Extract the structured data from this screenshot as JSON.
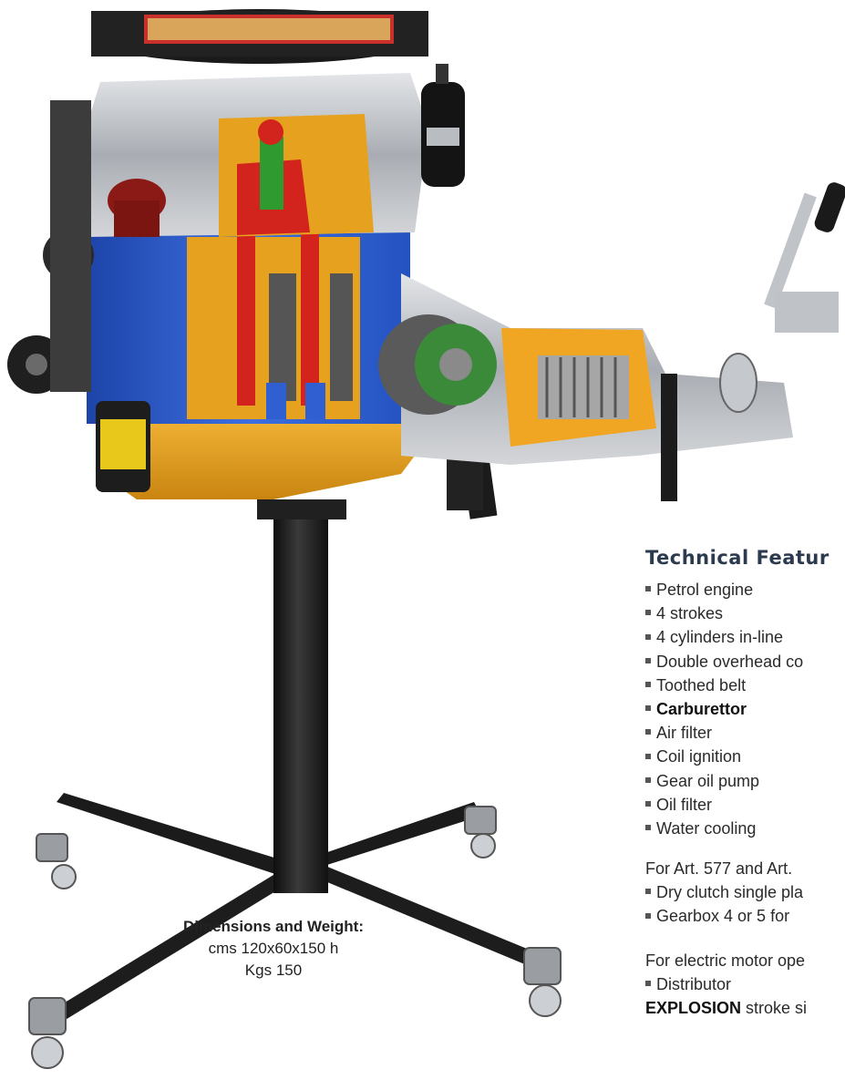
{
  "features": {
    "heading": "Technical Featur",
    "items": [
      {
        "label": "Petrol engine",
        "emphasis": false
      },
      {
        "label": "4 strokes",
        "emphasis": false
      },
      {
        "label": "4 cylinders in-line",
        "emphasis": false
      },
      {
        "label": "Double overhead co",
        "emphasis": false
      },
      {
        "label": "Toothed belt",
        "emphasis": false
      },
      {
        "label": "Carburettor",
        "emphasis": true
      },
      {
        "label": "Air filter",
        "emphasis": false
      },
      {
        "label": "Coil ignition",
        "emphasis": false
      },
      {
        "label": "Gear oil pump",
        "emphasis": false
      },
      {
        "label": "Oil filter",
        "emphasis": false
      },
      {
        "label": "Water cooling",
        "emphasis": false
      }
    ],
    "note_art": "For Art. 577 and Art.",
    "art_items": [
      "Dry clutch single pla",
      "Gearbox 4 or 5 for"
    ],
    "note_electric": "For electric motor ope",
    "electric_items": [
      "Distributor"
    ],
    "explosion_bold": "EXPLOSION",
    "explosion_rest": " stroke si"
  },
  "dimensions": {
    "title": "Dimensions and Weight:",
    "size": "cms 120x60x150 h",
    "weight": "Kgs 150"
  },
  "colors": {
    "heading": "#2b3a4e",
    "engine_blue": "#2f5fd0",
    "engine_orange": "#e8a21a",
    "cutaway_red": "#d2231c",
    "stand_black": "#1c1c1c",
    "metal_silver": "#b9bcc0",
    "air_filter_red": "#c9302b"
  }
}
